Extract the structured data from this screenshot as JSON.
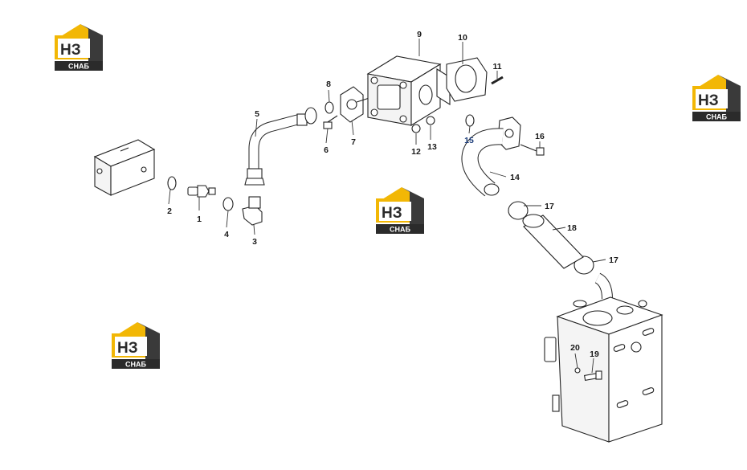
{
  "logo": {
    "top_text": "НЗ",
    "bottom_text": "СНАБ",
    "colors": {
      "roof": "#f2b705",
      "dark": "#3a3a3a",
      "letters": "#2b2b2b",
      "band": "#2b2b2b",
      "band_text": "#ffffff"
    }
  },
  "callouts": {
    "c1": "1",
    "c2": "2",
    "c3": "3",
    "c4": "4",
    "c5": "5",
    "c6": "6",
    "c7": "7",
    "c8": "8",
    "c9": "9",
    "c10": "10",
    "c11": "11",
    "c12": "12",
    "c13": "13",
    "c14": "14",
    "c15": "15",
    "c16": "16",
    "c17a": "17",
    "c17b": "17",
    "c18": "18",
    "c19": "19",
    "c20": "20"
  },
  "highlight_color": "#1c3d7a"
}
